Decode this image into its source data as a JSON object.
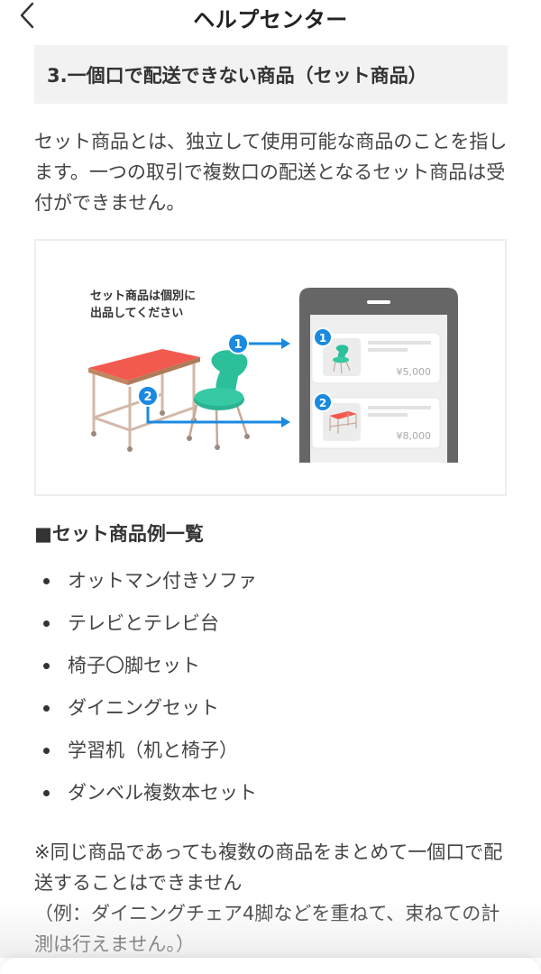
{
  "header": {
    "title": "ヘルプセンター",
    "back_icon": "chevron-left-icon"
  },
  "section": {
    "title": "3.一個口で配送できない商品（セット商品）"
  },
  "intro": {
    "text": "セット商品とは、独立して使用可能な商品のことを指します。一つの取引で複数口の配送となるセット商品は受付ができません。"
  },
  "figure": {
    "caption": "セット商品は個別に\n出品してください",
    "badges": [
      "1",
      "2"
    ],
    "items": [
      {
        "name": "chair",
        "price": "¥5,000"
      },
      {
        "name": "table",
        "price": "¥8,000"
      }
    ],
    "colors": {
      "accent_blue": "#1a8ae0",
      "table_red": "#f25a4f",
      "chair_teal": "#2bbf9a",
      "phone_gray": "#666666"
    }
  },
  "examples": {
    "heading": "■セット商品例一覧",
    "items": [
      "オットマン付きソファ",
      "テレビとテレビ台",
      "椅子〇脚セット",
      "ダイニングセット",
      "学習机（机と椅子）",
      "ダンベル複数本セット"
    ]
  },
  "note": {
    "text": "※同じ商品であっても複数の商品をまとめて一個口で配送することはできません\n（例：ダイニングチェア4脚などを重ねて、束ねての計測は行えません。）"
  }
}
